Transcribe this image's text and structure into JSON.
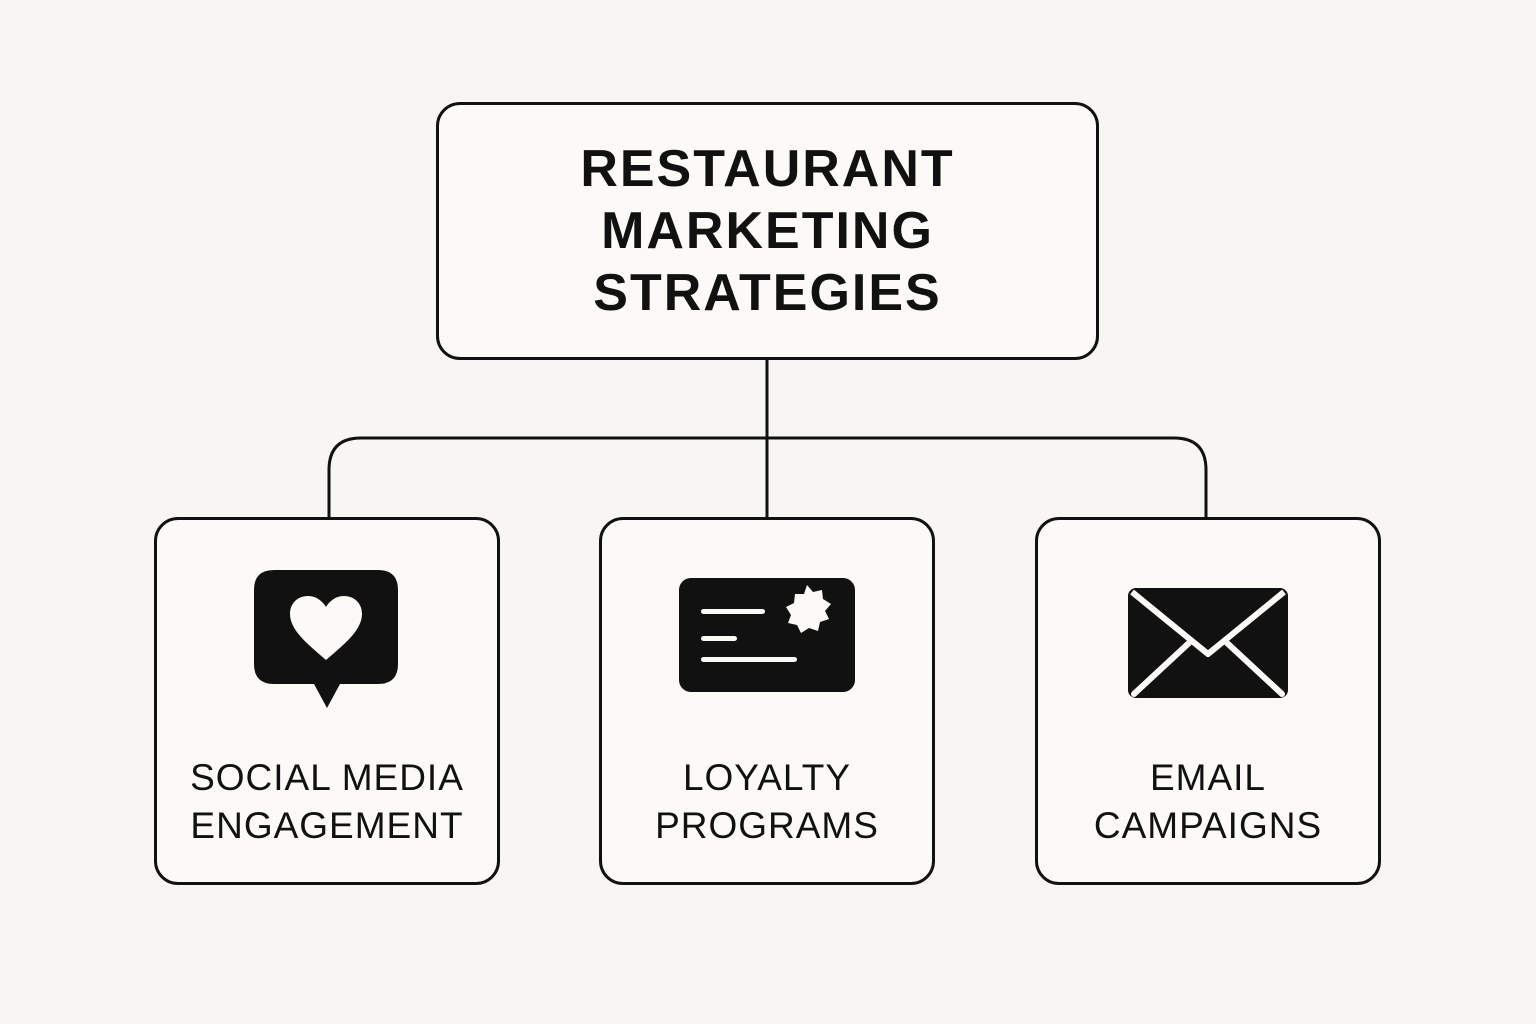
{
  "diagram": {
    "root": {
      "title_lines": [
        "RESTAURANT",
        "MARKETING",
        "STRATEGIES"
      ]
    },
    "children": [
      {
        "icon": "heart-chat-bubble-icon",
        "label_lines": [
          "SOCIAL MEDIA",
          "ENGAGEMENT"
        ]
      },
      {
        "icon": "loyalty-card-icon",
        "label_lines": [
          "LOYALTY",
          "PROGRAMS"
        ]
      },
      {
        "icon": "envelope-icon",
        "label_lines": [
          "EMAIL",
          "CAMPAIGNS"
        ]
      }
    ],
    "colors": {
      "background": "#f8f6f2",
      "stroke": "#111111",
      "icon_fill": "#111111"
    }
  }
}
